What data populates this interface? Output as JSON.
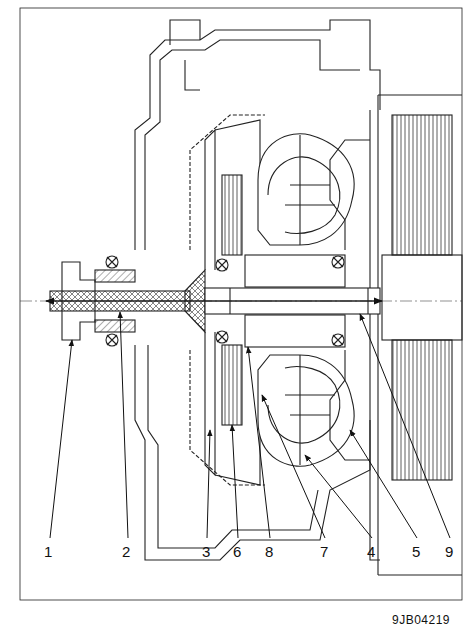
{
  "diagram": {
    "labels": [
      "1",
      "2",
      "3",
      "6",
      "8",
      "7",
      "4",
      "5",
      "9",
      "9JB04219"
    ]
  }
}
